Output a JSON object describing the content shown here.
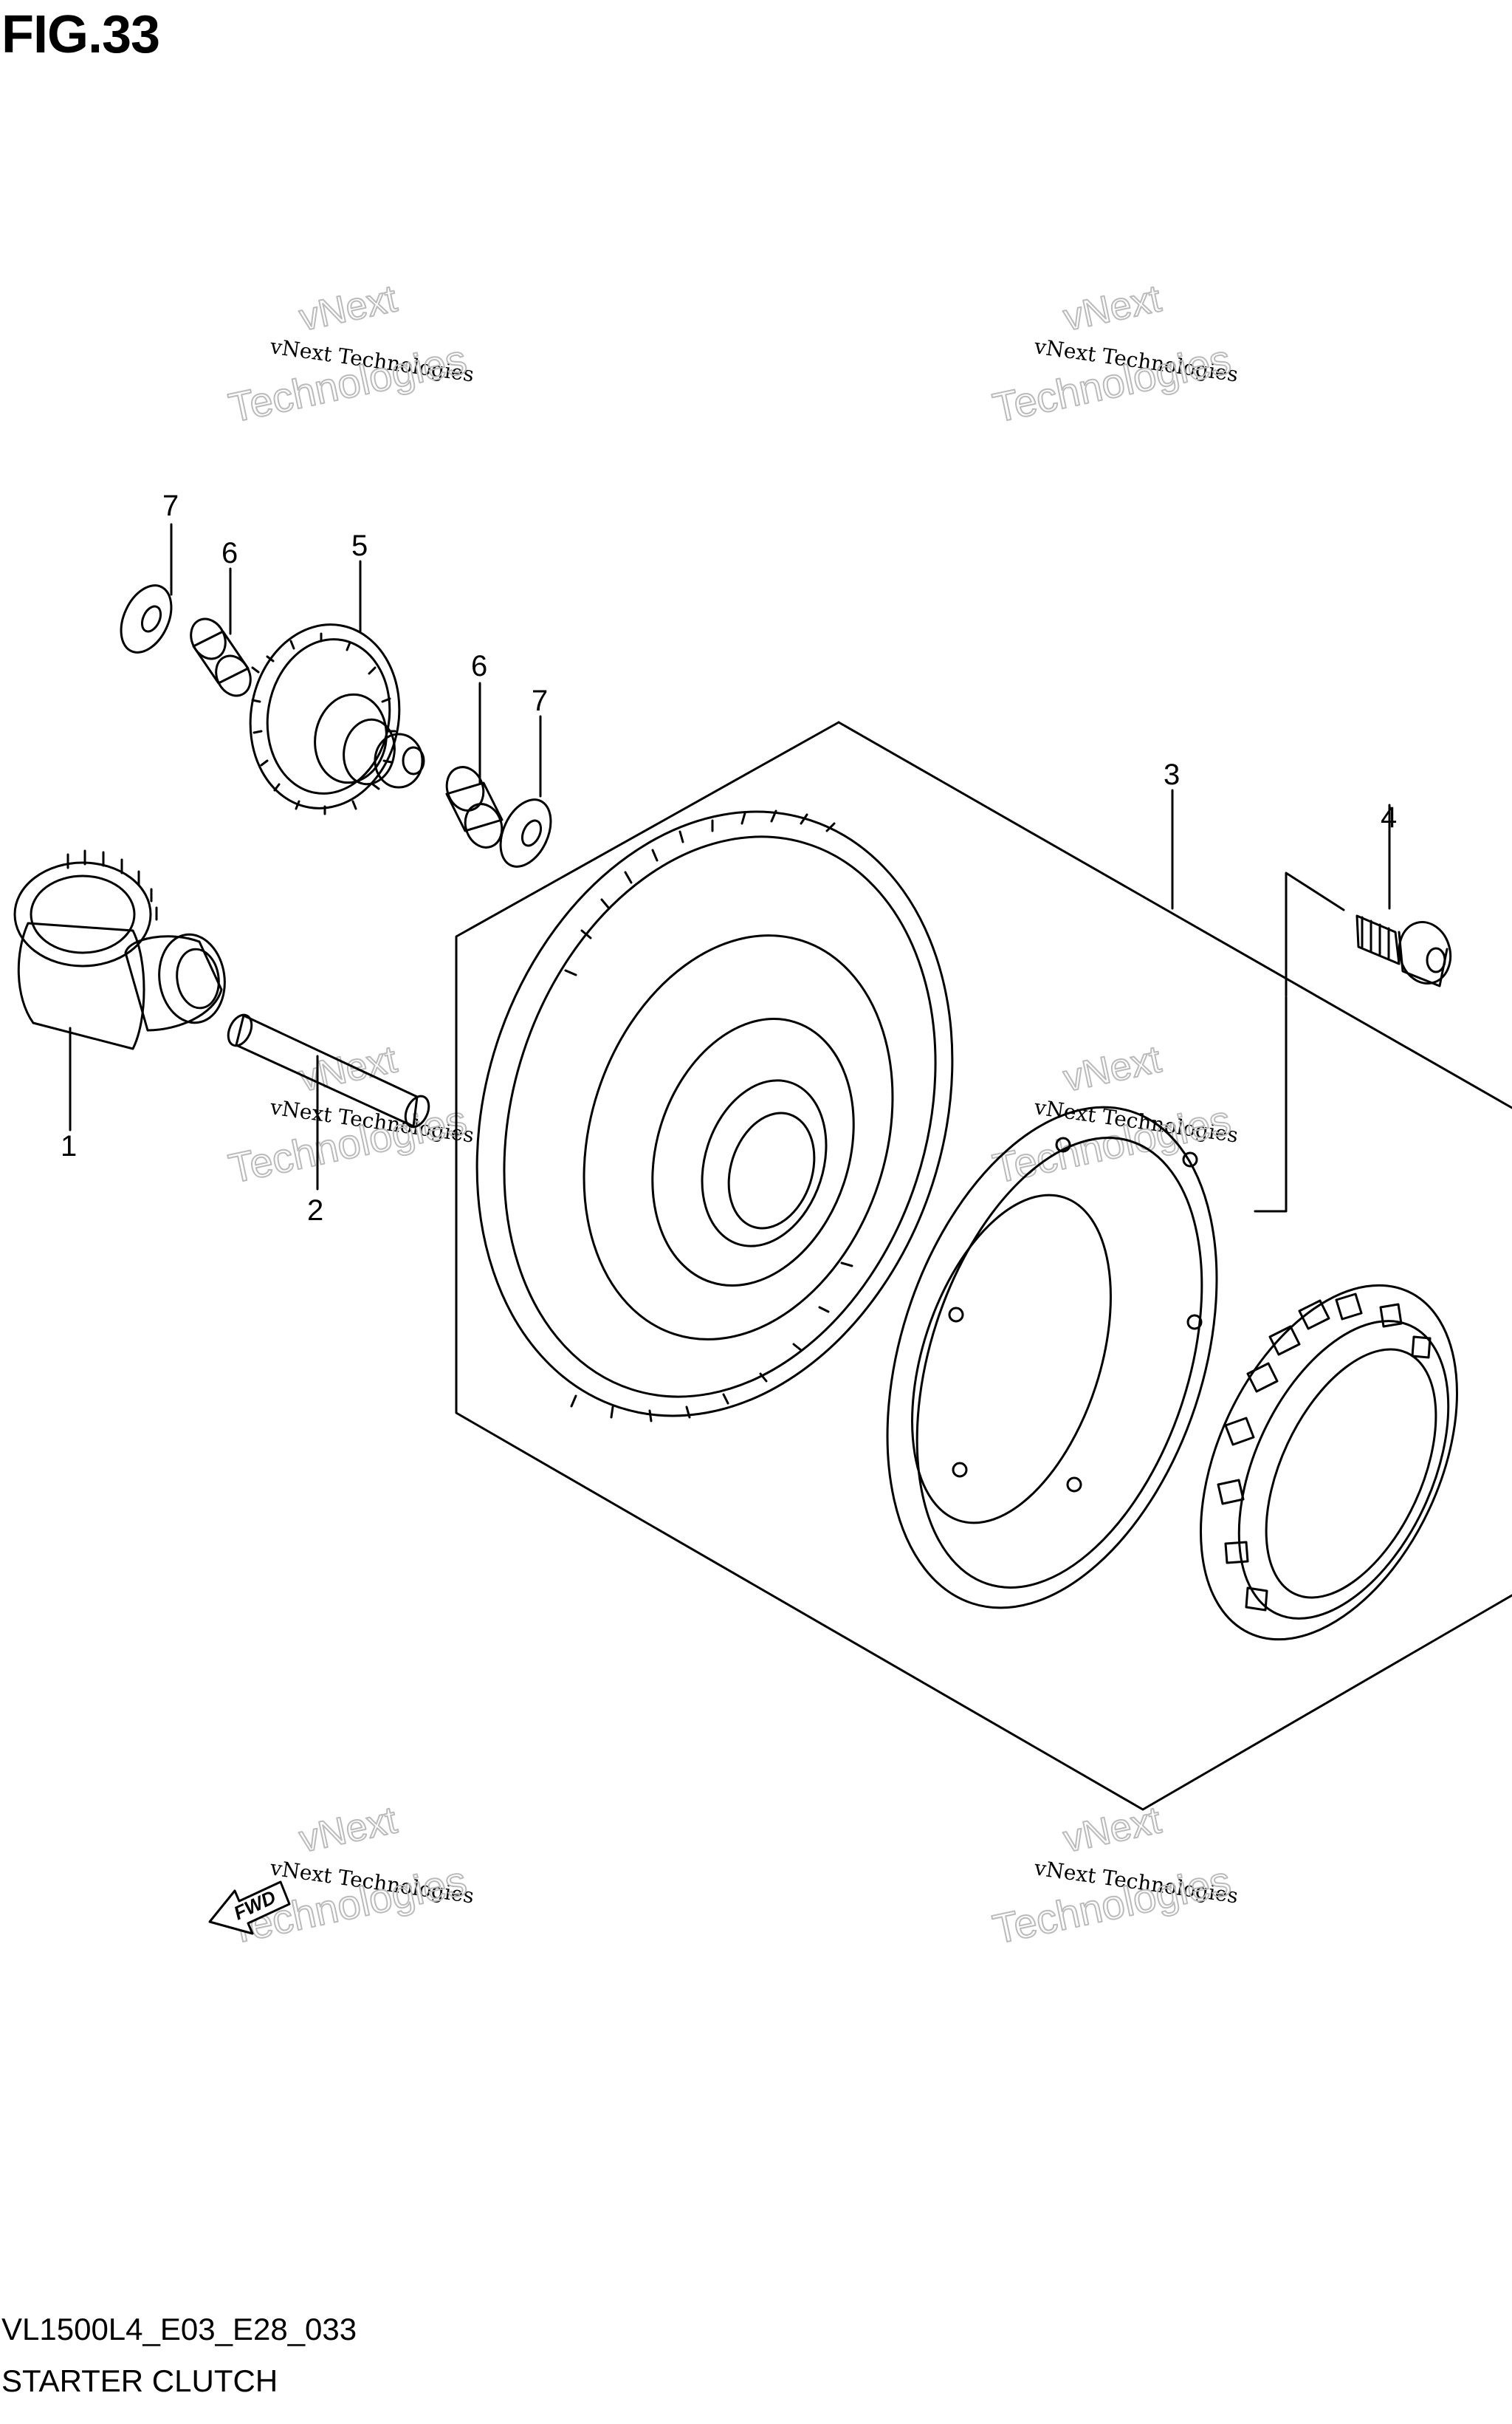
{
  "figure": {
    "title": "FIG.33",
    "code": "VL1500L4_E03_E28_033",
    "name": "STARTER CLUTCH"
  },
  "parts": [
    {
      "ref": "1"
    },
    {
      "ref": "2"
    },
    {
      "ref": "3"
    },
    {
      "ref": "4"
    },
    {
      "ref": "5"
    },
    {
      "ref": "6"
    },
    {
      "ref": "7"
    }
  ],
  "arrow": {
    "label": "FWD"
  },
  "watermark": {
    "line1": "vNext Technologies",
    "line2a": "vNext",
    "line2b": "Technologies"
  }
}
